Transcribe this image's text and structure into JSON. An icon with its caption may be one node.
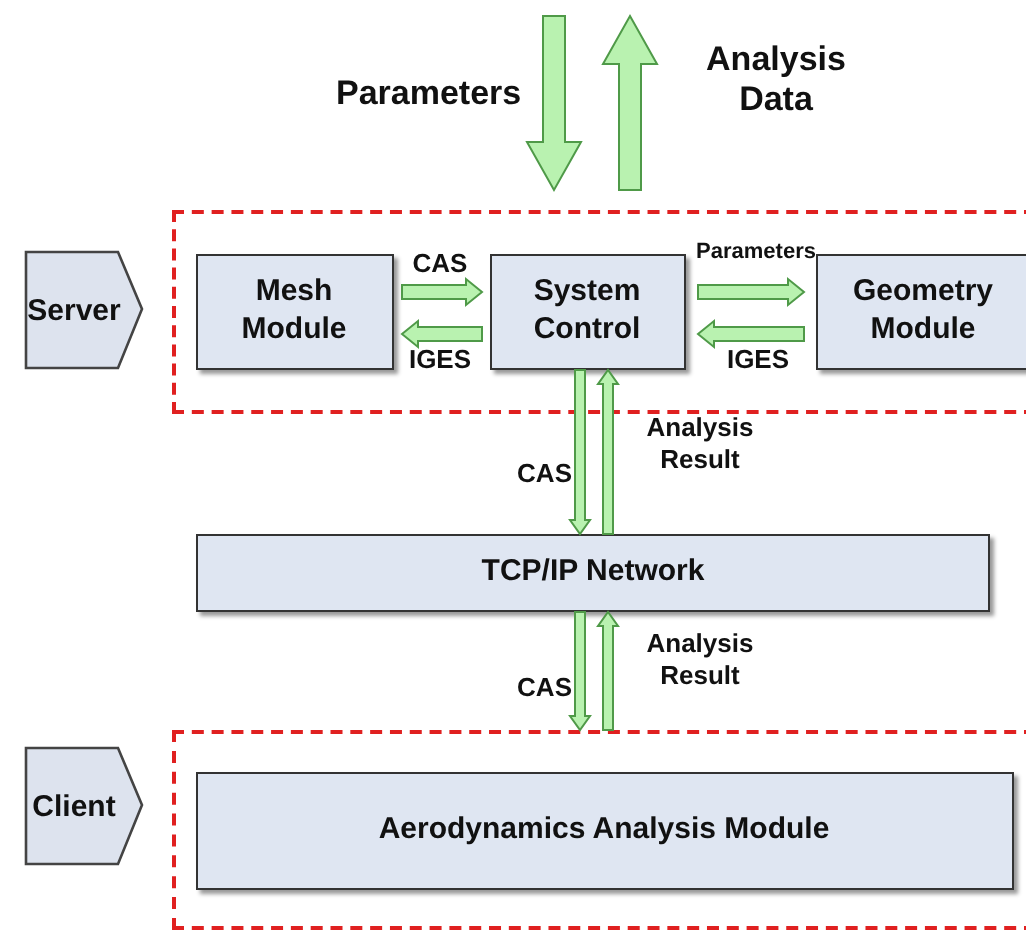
{
  "diagram": {
    "nodes": [
      {
        "text": [
          "Server"
        ]
      },
      {
        "text": [],
        "shape": "box"
      },
      {
        "text": [
          "Mesh Module"
        ],
        "in": 1
      },
      {
        "text": [
          "System Control"
        ],
        "in": 1
      },
      {
        "text": [
          "Geometry Module"
        ],
        "in": 1
      },
      {
        "text": [
          "TCP/IP Network"
        ]
      },
      {
        "text": [
          "Client"
        ]
      },
      {
        "text": [],
        "shape": "box"
      },
      {
        "text": [
          "Aerodynamics Analysis Module"
        ],
        "in": 7
      }
    ],
    "edges": [
      {
        "from": null,
        "to": 1,
        "arrow": "to",
        "label": "Parameters"
      },
      {
        "from": 1,
        "to": null,
        "arrow": "to",
        "label": "Analysis Data"
      },
      {
        "from": 2,
        "to": 3,
        "arrow": "to",
        "label": "CAS"
      },
      {
        "from": 3,
        "to": 2,
        "arrow": "to",
        "label": "IGES"
      },
      {
        "from": 3,
        "to": 4,
        "arrow": "to",
        "label": "Parameters"
      },
      {
        "from": 4,
        "to": 3,
        "arrow": "to",
        "label": "IGES"
      },
      {
        "from": 3,
        "to": 5,
        "arrow": "to",
        "label": "CAS"
      },
      {
        "from": 5,
        "to": 3,
        "arrow": "to",
        "label": "Analysis Result"
      },
      {
        "from": 5,
        "to": 7,
        "arrow": "to",
        "label": "CAS"
      },
      {
        "from": 7,
        "to": 5,
        "arrow": "to",
        "label": "Analysis Result"
      }
    ]
  }
}
